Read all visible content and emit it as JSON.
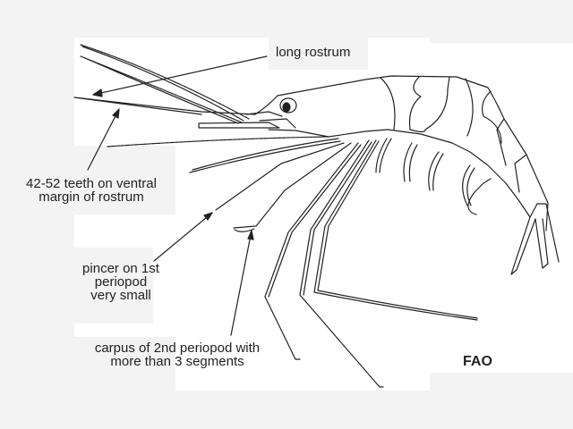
{
  "labels": {
    "long_rostrum": "long rostrum",
    "teeth": [
      "42-52 teeth on ventral",
      "margin of rostrum"
    ],
    "pincer": [
      "pincer on 1st",
      "periopod",
      "very small"
    ],
    "carpus": [
      "carpus of 2nd periopod with",
      "more than 3 segments"
    ]
  },
  "credit": "FAO",
  "colors": {
    "background": "#f3f3f3",
    "panel": "#ffffff",
    "ink": "#222222"
  }
}
